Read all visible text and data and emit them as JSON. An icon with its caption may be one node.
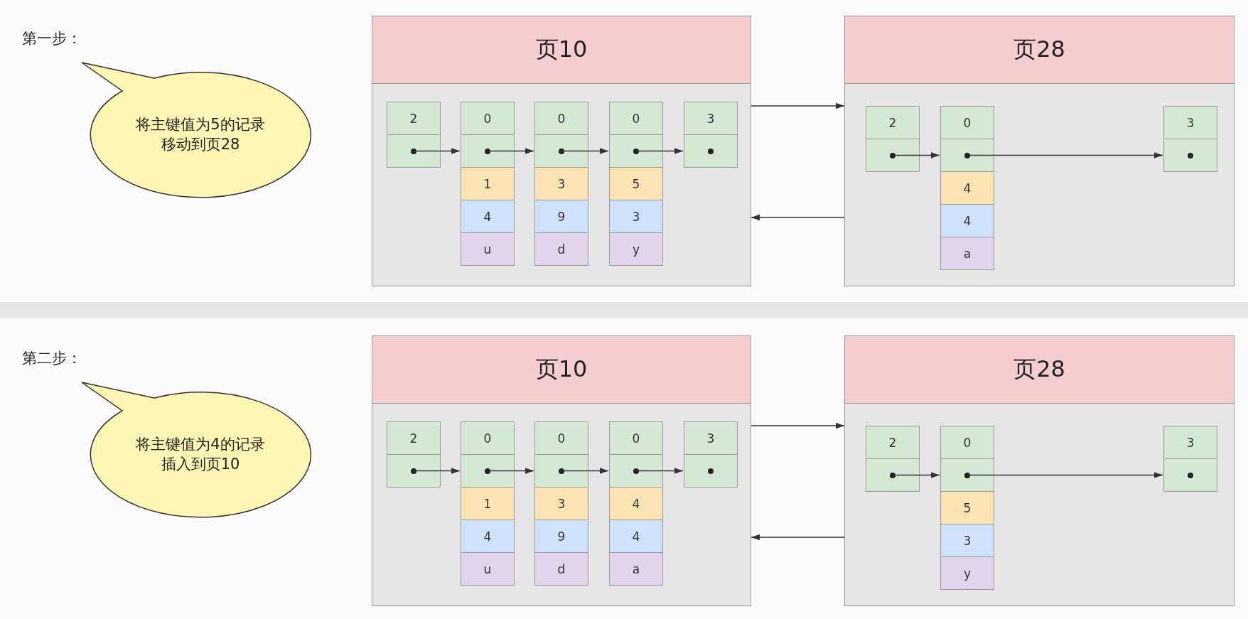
{
  "diagram": {
    "nodes": [
      {
        "text": [
          "页10"
        ]
      },
      {
        "text": [
          "2"
        ],
        "in": 0
      },
      {
        "text": [
          "0",
          "1",
          "4",
          "u"
        ],
        "in": 0
      },
      {
        "text": [
          "0",
          "3",
          "9",
          "d"
        ],
        "in": 0
      },
      {
        "text": [
          "0",
          "5",
          "3",
          "y"
        ],
        "in": 0
      },
      {
        "text": [
          "3"
        ],
        "in": 0
      },
      {
        "text": [
          "页28"
        ]
      },
      {
        "text": [
          "2"
        ],
        "in": 6
      },
      {
        "text": [
          "0",
          "4",
          "4",
          "a"
        ],
        "in": 6
      },
      {
        "text": [
          "3"
        ],
        "in": 6
      },
      {
        "text": [
          "将主键值为5的记录移动到页28"
        ]
      },
      {
        "text": [
          "页10"
        ]
      },
      {
        "text": [
          "2"
        ],
        "in": 11
      },
      {
        "text": [
          "0",
          "1",
          "4",
          "u"
        ],
        "in": 11
      },
      {
        "text": [
          "0",
          "3",
          "9",
          "d"
        ],
        "in": 11
      },
      {
        "text": [
          "0",
          "4",
          "4",
          "a"
        ],
        "in": 11
      },
      {
        "text": [
          "3"
        ],
        "in": 11
      },
      {
        "text": [
          "页28"
        ]
      },
      {
        "text": [
          "2"
        ],
        "in": 17
      },
      {
        "text": [
          "0",
          "5",
          "3",
          "y"
        ],
        "in": 17
      },
      {
        "text": [
          "3"
        ],
        "in": 17
      },
      {
        "text": [
          "将主键值为4的记录插入到页10"
        ]
      }
    ],
    "edges": [
      {
        "from": 1,
        "to": 2,
        "arrow": "to"
      },
      {
        "from": 2,
        "to": 3,
        "arrow": "to"
      },
      {
        "from": 3,
        "to": 4,
        "arrow": "to"
      },
      {
        "from": 4,
        "to": 5,
        "arrow": "to"
      },
      {
        "from": 0,
        "to": 6,
        "arrow": "to"
      },
      {
        "from": 6,
        "to": 0,
        "arrow": "to"
      },
      {
        "from": 7,
        "to": 8,
        "arrow": "to"
      },
      {
        "from": 8,
        "to": 9,
        "arrow": "to"
      },
      {
        "from": 12,
        "to": 13,
        "arrow": "to"
      },
      {
        "from": 13,
        "to": 14,
        "arrow": "to"
      },
      {
        "from": 14,
        "to": 15,
        "arrow": "to"
      },
      {
        "from": 15,
        "to": 16,
        "arrow": "to"
      },
      {
        "from": 11,
        "to": 17,
        "arrow": "to"
      },
      {
        "from": 17,
        "to": 11,
        "arrow": "to"
      },
      {
        "from": 18,
        "to": 19,
        "arrow": "to"
      },
      {
        "from": 19,
        "to": 20,
        "arrow": "to"
      }
    ],
    "labels": [
      "第一步：",
      "第二步："
    ]
  }
}
